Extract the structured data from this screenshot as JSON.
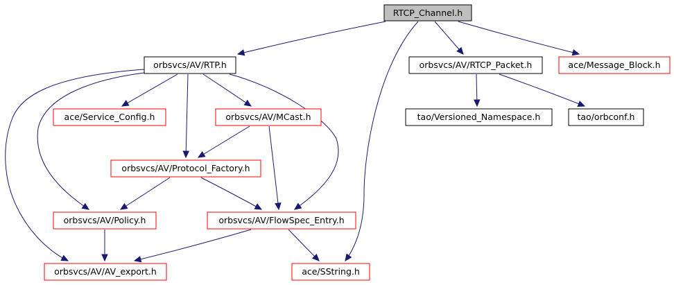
{
  "colors": {
    "edge": "#191970",
    "root_fill": "#bfbfbf",
    "root_border": "#000000",
    "resolved_border": "#000000",
    "unresolved_border": "#ff0000",
    "node_fill": "#ffffff"
  },
  "nodes": [
    {
      "id": "rtcp_channel",
      "label": "RTCP_Channel.h",
      "kind": "root"
    },
    {
      "id": "rtp",
      "label": "orbsvcs/AV/RTP.h",
      "kind": "resolved"
    },
    {
      "id": "rtcp_packet",
      "label": "orbsvcs/AV/RTCP_Packet.h",
      "kind": "resolved"
    },
    {
      "id": "message_block",
      "label": "ace/Message_Block.h",
      "kind": "unresolved"
    },
    {
      "id": "service_config",
      "label": "ace/Service_Config.h",
      "kind": "unresolved"
    },
    {
      "id": "mcast",
      "label": "orbsvcs/AV/MCast.h",
      "kind": "unresolved"
    },
    {
      "id": "versioned_namespace",
      "label": "tao/Versioned_Namespace.h",
      "kind": "resolved"
    },
    {
      "id": "orbconf",
      "label": "tao/orbconf.h",
      "kind": "resolved"
    },
    {
      "id": "protocol_factory",
      "label": "orbsvcs/AV/Protocol_Factory.h",
      "kind": "unresolved"
    },
    {
      "id": "policy",
      "label": "orbsvcs/AV/Policy.h",
      "kind": "unresolved"
    },
    {
      "id": "flowspec_entry",
      "label": "orbsvcs/AV/FlowSpec_Entry.h",
      "kind": "unresolved"
    },
    {
      "id": "av_export",
      "label": "orbsvcs/AV/AV_export.h",
      "kind": "unresolved"
    },
    {
      "id": "sstring",
      "label": "ace/SString.h",
      "kind": "unresolved"
    }
  ],
  "edges": [
    {
      "from": "rtcp_channel",
      "to": "rtp"
    },
    {
      "from": "rtcp_channel",
      "to": "rtcp_packet"
    },
    {
      "from": "rtcp_channel",
      "to": "message_block"
    },
    {
      "from": "rtcp_channel",
      "to": "sstring"
    },
    {
      "from": "rtp",
      "to": "service_config"
    },
    {
      "from": "rtp",
      "to": "mcast"
    },
    {
      "from": "rtp",
      "to": "protocol_factory"
    },
    {
      "from": "rtp",
      "to": "policy"
    },
    {
      "from": "rtp",
      "to": "flowspec_entry"
    },
    {
      "from": "rtp",
      "to": "av_export"
    },
    {
      "from": "rtcp_packet",
      "to": "versioned_namespace"
    },
    {
      "from": "rtcp_packet",
      "to": "orbconf"
    },
    {
      "from": "mcast",
      "to": "protocol_factory"
    },
    {
      "from": "mcast",
      "to": "flowspec_entry"
    },
    {
      "from": "protocol_factory",
      "to": "policy"
    },
    {
      "from": "protocol_factory",
      "to": "flowspec_entry"
    },
    {
      "from": "policy",
      "to": "av_export"
    },
    {
      "from": "flowspec_entry",
      "to": "av_export"
    },
    {
      "from": "flowspec_entry",
      "to": "sstring"
    }
  ]
}
